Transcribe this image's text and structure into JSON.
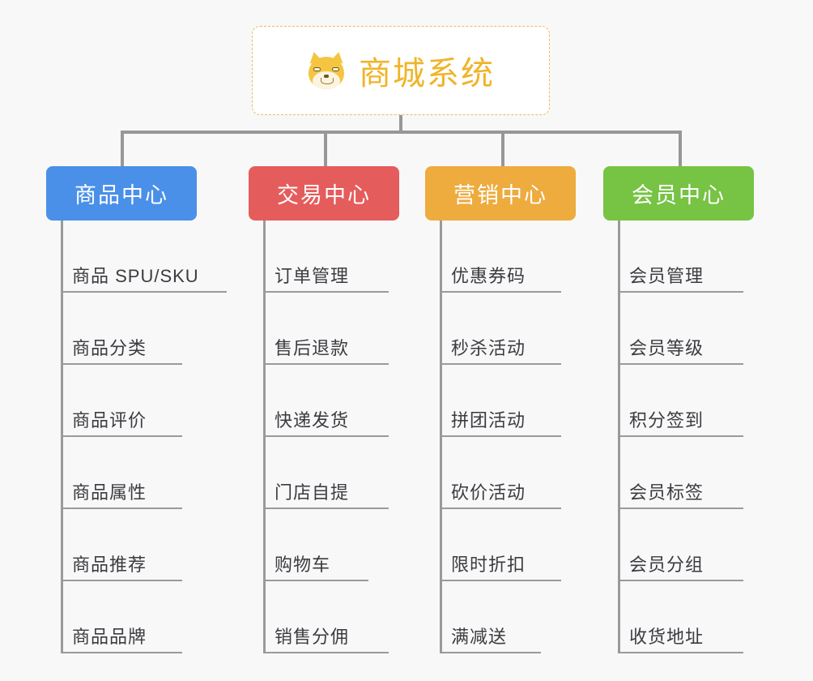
{
  "root": {
    "title": "商城系统",
    "icon": "shiba-dog-face-icon",
    "title_color": "#f0b429",
    "border_color": "#f0b860",
    "background": "#ffffff"
  },
  "canvas": {
    "background": "#f8f8f8",
    "connector_color": "#979797"
  },
  "columns": [
    {
      "label": "商品中心",
      "color": "#4a90e8",
      "items": [
        "商品 SPU/SKU",
        "商品分类",
        "商品评价",
        "商品属性",
        "商品推荐",
        "商品品牌"
      ]
    },
    {
      "label": "交易中心",
      "color": "#e55c5c",
      "items": [
        "订单管理",
        "售后退款",
        "快递发货",
        "门店自提",
        "购物车",
        "销售分佣"
      ]
    },
    {
      "label": "营销中心",
      "color": "#eeab3e",
      "items": [
        "优惠券码",
        "秒杀活动",
        "拼团活动",
        "砍价活动",
        "限时折扣",
        "满减送"
      ]
    },
    {
      "label": "会员中心",
      "color": "#77c344",
      "items": [
        "会员管理",
        "会员等级",
        "积分签到",
        "会员标签",
        "会员分组",
        "收货地址"
      ]
    }
  ]
}
